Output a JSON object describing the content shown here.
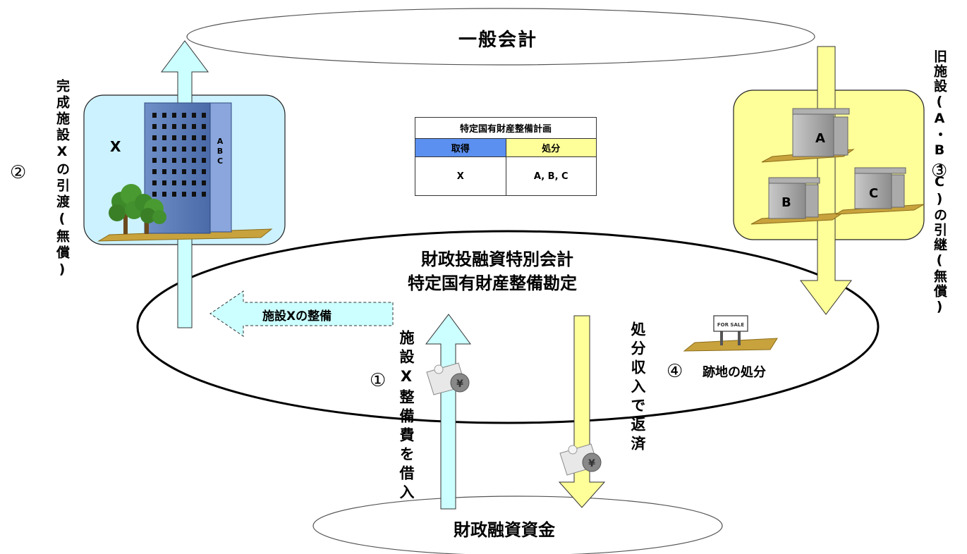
{
  "ovals": {
    "general_account": "一般会計",
    "special_account_line1": "財政投融資特別会計",
    "special_account_line2": "特定国有財産整備勘定",
    "fiscal_loan_fund": "財政融資資金"
  },
  "plan_table": {
    "header": "特定国有財産整備計画",
    "col_acquire": "取得",
    "col_dispose": "処分",
    "val_acquire": "X",
    "val_dispose": "A, B, C"
  },
  "left_building": {
    "label": "X",
    "sign": "A B C"
  },
  "right_buildings": {
    "a": "A",
    "b": "B",
    "c": "C"
  },
  "steps": {
    "step1_num": "①",
    "step1_text": "施設X整備費を借入",
    "step2_num": "②",
    "step2_text": "完成施設Xの引渡(無償)",
    "step3_num": "③",
    "step3_text": "旧施設(A・B・C)の引継(無償)",
    "step4_num": "④",
    "step4_text": "跡地の処分",
    "repay_text": "処分収入で返済",
    "build_text": "施設Xの整備"
  },
  "for_sale_sign": "FOR SALE",
  "colors": {
    "cyan_arrow": "#ccffff",
    "yellow_arrow": "#ffff99",
    "acquire_header": "#5b8ff0",
    "dispose_header": "#ffff99",
    "left_panel": "#ccf2ff",
    "right_panel": "#ffff99"
  }
}
